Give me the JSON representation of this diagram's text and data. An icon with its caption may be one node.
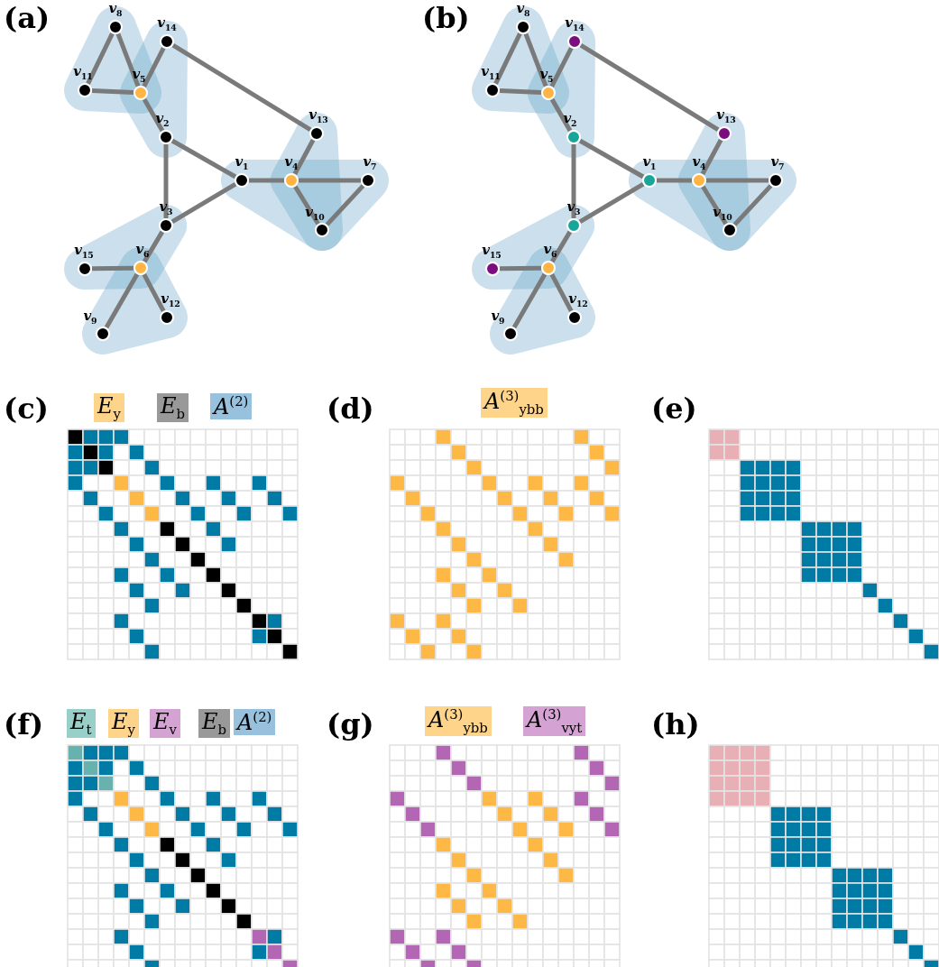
{
  "diagram": {
    "nodes": [
      {
        "text": [],
        "shape": "circle",
        "beside": [
          "*v*$_{1}$"
        ]
      },
      {
        "text": [],
        "shape": "circle",
        "beside": [
          "*v*$_{2}$"
        ]
      },
      {
        "text": [],
        "shape": "circle",
        "beside": [
          "*v*$_{3}$"
        ]
      },
      {
        "text": [],
        "shape": "circle",
        "beside": [
          "*v*$_{4}$"
        ]
      },
      {
        "text": [],
        "shape": "circle",
        "beside": [
          "*v*$_{5}$"
        ]
      },
      {
        "text": [],
        "shape": "circle",
        "beside": [
          "*v*$_{6}$"
        ]
      },
      {
        "text": [],
        "shape": "circle",
        "beside": [
          "*v*$_{7}$"
        ]
      },
      {
        "text": [],
        "shape": "circle",
        "beside": [
          "*v*$_{8}$"
        ]
      },
      {
        "text": [],
        "shape": "circle",
        "beside": [
          "*v*$_{9}$"
        ]
      },
      {
        "text": [],
        "shape": "circle",
        "beside": [
          "*v*$_{10}$"
        ]
      },
      {
        "text": [],
        "shape": "circle",
        "beside": [
          "*v*$_{11}$"
        ]
      },
      {
        "text": [],
        "shape": "circle",
        "beside": [
          "*v*$_{12}$"
        ]
      },
      {
        "text": [],
        "shape": "circle",
        "beside": [
          "*v*$_{13}$"
        ]
      },
      {
        "text": [],
        "shape": "circle",
        "beside": [
          "*v*$_{14}$"
        ]
      },
      {
        "text": [],
        "shape": "circle",
        "beside": [
          "*v*$_{15}$"
        ]
      },
      {
        "text": [],
        "shape": "circle",
        "beside": [
          "*v*$_{1}$"
        ]
      },
      {
        "text": [],
        "shape": "circle",
        "beside": [
          "*v*$_{2}$"
        ]
      },
      {
        "text": [],
        "shape": "circle",
        "beside": [
          "*v*$_{3}$"
        ]
      },
      {
        "text": [],
        "shape": "circle",
        "beside": [
          "*v*$_{4}$"
        ]
      },
      {
        "text": [],
        "shape": "circle",
        "beside": [
          "*v*$_{5}$"
        ]
      },
      {
        "text": [],
        "shape": "circle",
        "beside": [
          "*v*$_{6}$"
        ]
      },
      {
        "text": [],
        "shape": "circle",
        "beside": [
          "*v*$_{7}$"
        ]
      },
      {
        "text": [],
        "shape": "circle",
        "beside": [
          "*v*$_{8}$"
        ]
      },
      {
        "text": [],
        "shape": "circle",
        "beside": [
          "*v*$_{9}$"
        ]
      },
      {
        "text": [],
        "shape": "circle",
        "beside": [
          "*v*$_{10}$"
        ]
      },
      {
        "text": [],
        "shape": "circle",
        "beside": [
          "*v*$_{11}$"
        ]
      },
      {
        "text": [],
        "shape": "circle",
        "beside": [
          "*v*$_{12}$"
        ]
      },
      {
        "text": [],
        "shape": "circle",
        "beside": [
          "*v*$_{13}$"
        ]
      },
      {
        "text": [],
        "shape": "circle",
        "beside": [
          "*v*$_{14}$"
        ]
      },
      {
        "text": [],
        "shape": "circle",
        "beside": [
          "*v*$_{15}$"
        ]
      }
    ],
    "edges": [
      {
        "from": 7,
        "to": 4,
        "arrow": "none"
      },
      {
        "from": 7,
        "to": 10,
        "arrow": "none"
      },
      {
        "from": 10,
        "to": 4,
        "arrow": "none"
      },
      {
        "from": 4,
        "to": 13,
        "arrow": "none"
      },
      {
        "from": 4,
        "to": 1,
        "arrow": "none"
      },
      {
        "from": 13,
        "to": 12,
        "arrow": "none"
      },
      {
        "from": 1,
        "to": 0,
        "arrow": "none"
      },
      {
        "from": 1,
        "to": 2,
        "arrow": "none"
      },
      {
        "from": 2,
        "to": 0,
        "arrow": "none"
      },
      {
        "from": 0,
        "to": 3,
        "arrow": "none"
      },
      {
        "from": 3,
        "to": 12,
        "arrow": "none"
      },
      {
        "from": 3,
        "to": 6,
        "arrow": "none"
      },
      {
        "from": 3,
        "to": 9,
        "arrow": "none"
      },
      {
        "from": 9,
        "to": 6,
        "arrow": "none"
      },
      {
        "from": 2,
        "to": 5,
        "arrow": "none"
      },
      {
        "from": 5,
        "to": 14,
        "arrow": "none"
      },
      {
        "from": 5,
        "to": 11,
        "arrow": "none"
      },
      {
        "from": 5,
        "to": 8,
        "arrow": "none"
      },
      {
        "from": 22,
        "to": 19,
        "arrow": "none"
      },
      {
        "from": 22,
        "to": 25,
        "arrow": "none"
      },
      {
        "from": 25,
        "to": 19,
        "arrow": "none"
      },
      {
        "from": 19,
        "to": 28,
        "arrow": "none"
      },
      {
        "from": 19,
        "to": 16,
        "arrow": "none"
      },
      {
        "from": 28,
        "to": 27,
        "arrow": "none"
      },
      {
        "from": 16,
        "to": 15,
        "arrow": "none"
      },
      {
        "from": 16,
        "to": 17,
        "arrow": "none"
      },
      {
        "from": 17,
        "to": 15,
        "arrow": "none"
      },
      {
        "from": 15,
        "to": 18,
        "arrow": "none"
      },
      {
        "from": 18,
        "to": 27,
        "arrow": "none"
      },
      {
        "from": 18,
        "to": 21,
        "arrow": "none"
      },
      {
        "from": 18,
        "to": 24,
        "arrow": "none"
      },
      {
        "from": 24,
        "to": 21,
        "arrow": "none"
      },
      {
        "from": 17,
        "to": 20,
        "arrow": "none"
      },
      {
        "from": 20,
        "to": 29,
        "arrow": "none"
      },
      {
        "from": 20,
        "to": 26,
        "arrow": "none"
      },
      {
        "from": 20,
        "to": 23,
        "arrow": "none"
      }
    ],
    "labels": [
      "(a)",
      "(b)",
      "(c)",
      "(d)",
      "(e)",
      "(f)",
      "(g)",
      "(h)"
    ],
    "legend": [
      {
        "text": "*E*$_{y}$",
        "color": "#fdd48a"
      },
      {
        "text": "*E*$_{b}$",
        "color": "#999999"
      },
      {
        "text": "*A*$^{(2)}$",
        "color": "#97c1dc"
      },
      {
        "text": "*A*$^{(3)}$$_{ybb}$",
        "color": "#fdd48a"
      },
      {
        "text": "*E*$_{t}$",
        "color": "#99cfc9"
      },
      {
        "text": "*E*$_{y}$",
        "color": "#fdd48a"
      },
      {
        "text": "*E*$_{v}$",
        "color": "#d5a3d3"
      },
      {
        "text": "*E*$_{b}$",
        "color": "#999999"
      },
      {
        "text": "*A*$^{(2)}$",
        "color": "#97c1dc"
      },
      {
        "text": "*A*$^{(3)}$$_{ybb}$",
        "color": "#fdd48a"
      },
      {
        "text": "*A*$^{(3)}$$_{vyt}$",
        "color": "#d5a3d3"
      }
    ]
  }
}
